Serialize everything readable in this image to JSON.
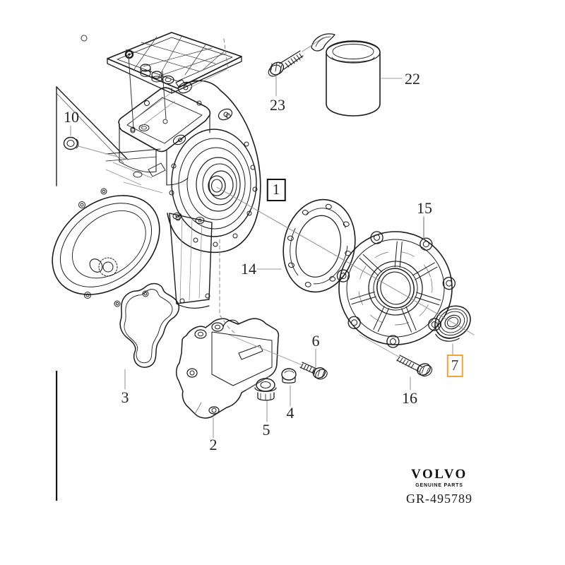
{
  "callouts": {
    "c1": "1",
    "c2": "2",
    "c3": "3",
    "c4": "4",
    "c5": "5",
    "c6": "6",
    "c7": "7",
    "c10": "10",
    "c14": "14",
    "c15": "15",
    "c16": "16",
    "c22": "22",
    "c23": "23"
  },
  "highlight": {
    "selected_callout": "7",
    "highlight_color": "#F2A33C"
  },
  "colors": {
    "line": "#1c1c1c",
    "leader": "#999999",
    "callout_box": "#141414"
  },
  "footer": {
    "brand": "VOLVO",
    "tagline": "GENUINE PARTS",
    "doc_number": "GR-495789"
  }
}
